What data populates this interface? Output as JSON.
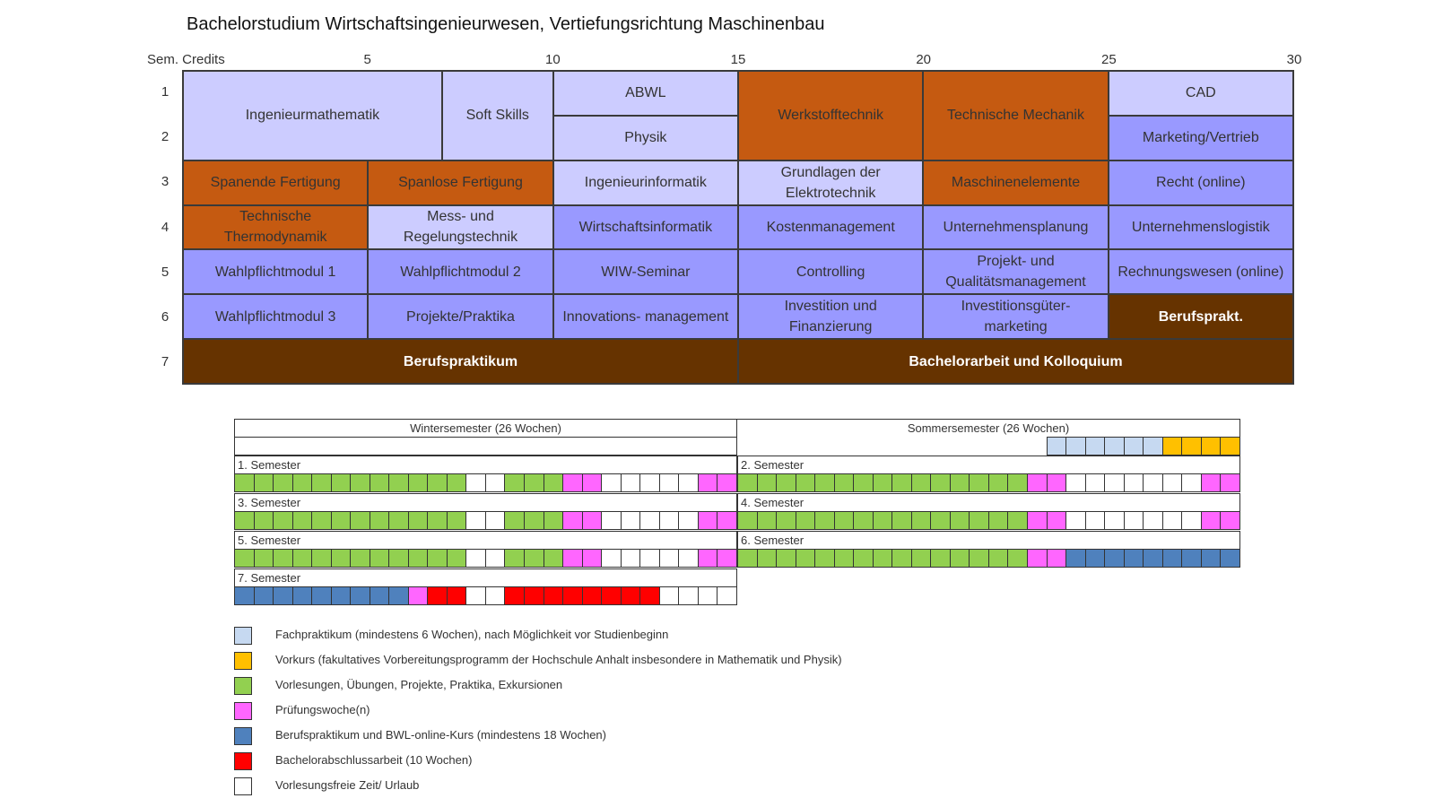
{
  "title": "Bachelorstudium Wirtschaftsingenieurwesen, Vertiefungsrichtung Maschinenbau",
  "grid": {
    "sem_header": "Sem. Credits",
    "credit_ticks": [
      "5",
      "10",
      "15",
      "20",
      "25",
      "30"
    ],
    "row_labels": [
      "1",
      "2",
      "3",
      "4",
      "5",
      "6",
      "7"
    ]
  },
  "colors": {
    "lav": "#ccccff",
    "per": "#9999ff",
    "ora": "#c55a11",
    "brn": "#663300",
    "light_blue": "#c6d9f1",
    "orange": "#ffc000",
    "green": "#92d050",
    "pink": "#ff66ff",
    "blue": "#4f81bd",
    "red": "#ff0000",
    "white": "#ffffff"
  },
  "modules": [
    {
      "name": "Ingenieurmathematik",
      "tone": "lav",
      "c": 1,
      "cs": 7,
      "r": 1,
      "rs": 4
    },
    {
      "name": "Soft Skills",
      "tone": "lav",
      "c": 8,
      "cs": 3,
      "r": 1,
      "rs": 4
    },
    {
      "name": "ABWL",
      "tone": "lav",
      "c": 11,
      "cs": 5,
      "r": 1,
      "rs": 2
    },
    {
      "name": "Physik",
      "tone": "lav",
      "c": 11,
      "cs": 5,
      "r": 3,
      "rs": 2
    },
    {
      "name": "Werkstofftechnik",
      "tone": "ora",
      "c": 16,
      "cs": 5,
      "r": 1,
      "rs": 4
    },
    {
      "name": "Technische Mechanik",
      "tone": "ora",
      "c": 21,
      "cs": 5,
      "r": 1,
      "rs": 4
    },
    {
      "name": "CAD",
      "tone": "lav",
      "c": 26,
      "cs": 5,
      "r": 1,
      "rs": 2
    },
    {
      "name": "Marketing/Vertrieb",
      "tone": "per",
      "c": 26,
      "cs": 5,
      "r": 3,
      "rs": 2
    },
    {
      "name": "Spanende Fertigung",
      "tone": "ora",
      "c": 1,
      "cs": 5,
      "r": 5,
      "rs": 2
    },
    {
      "name": "Spanlose Fertigung",
      "tone": "ora",
      "c": 6,
      "cs": 5,
      "r": 5,
      "rs": 2
    },
    {
      "name": "Ingenieurinformatik",
      "tone": "lav",
      "c": 11,
      "cs": 5,
      "r": 5,
      "rs": 2
    },
    {
      "name": "Grundlagen der Elektrotechnik",
      "tone": "lav",
      "c": 16,
      "cs": 5,
      "r": 5,
      "rs": 2
    },
    {
      "name": "Maschinenelemente",
      "tone": "ora",
      "c": 21,
      "cs": 5,
      "r": 5,
      "rs": 2
    },
    {
      "name": "Recht (online)",
      "tone": "per",
      "c": 26,
      "cs": 5,
      "r": 5,
      "rs": 2
    },
    {
      "name": "Technische Thermodynamik",
      "tone": "ora",
      "c": 1,
      "cs": 5,
      "r": 7,
      "rs": 2
    },
    {
      "name": "Mess- und Regelungstechnik",
      "tone": "lav",
      "c": 6,
      "cs": 5,
      "r": 7,
      "rs": 2
    },
    {
      "name": "Wirtschaftsinformatik",
      "tone": "per",
      "c": 11,
      "cs": 5,
      "r": 7,
      "rs": 2
    },
    {
      "name": "Kostenmanagement",
      "tone": "per",
      "c": 16,
      "cs": 5,
      "r": 7,
      "rs": 2
    },
    {
      "name": "Unternehmensplanung",
      "tone": "per",
      "c": 21,
      "cs": 5,
      "r": 7,
      "rs": 2
    },
    {
      "name": "Unternehmenslogistik",
      "tone": "per",
      "c": 26,
      "cs": 5,
      "r": 7,
      "rs": 2
    },
    {
      "name": "Wahlpflichtmodul 1",
      "tone": "per",
      "c": 1,
      "cs": 5,
      "r": 9,
      "rs": 2
    },
    {
      "name": "Wahlpflichtmodul 2",
      "tone": "per",
      "c": 6,
      "cs": 5,
      "r": 9,
      "rs": 2
    },
    {
      "name": "WIW-Seminar",
      "tone": "per",
      "c": 11,
      "cs": 5,
      "r": 9,
      "rs": 2
    },
    {
      "name": "Controlling",
      "tone": "per",
      "c": 16,
      "cs": 5,
      "r": 9,
      "rs": 2
    },
    {
      "name": "Projekt- und Qualitätsmanagement",
      "tone": "per",
      "c": 21,
      "cs": 5,
      "r": 9,
      "rs": 2
    },
    {
      "name": "Rechnungswesen (online)",
      "tone": "per",
      "c": 26,
      "cs": 5,
      "r": 9,
      "rs": 2
    },
    {
      "name": "Wahlpflichtmodul 3",
      "tone": "per",
      "c": 1,
      "cs": 5,
      "r": 11,
      "rs": 2
    },
    {
      "name": "Projekte/Praktika",
      "tone": "per",
      "c": 6,
      "cs": 5,
      "r": 11,
      "rs": 2
    },
    {
      "name": "Innovations- management",
      "tone": "per",
      "c": 11,
      "cs": 5,
      "r": 11,
      "rs": 2
    },
    {
      "name": "Investition und Finanzierung",
      "tone": "per",
      "c": 16,
      "cs": 5,
      "r": 11,
      "rs": 2
    },
    {
      "name": "Investitionsgüter- marketing",
      "tone": "per",
      "c": 21,
      "cs": 5,
      "r": 11,
      "rs": 2
    },
    {
      "name": "Berufsprakt.",
      "tone": "brn",
      "bold": true,
      "c": 26,
      "cs": 5,
      "r": 11,
      "rs": 2
    },
    {
      "name": "Berufspraktikum",
      "tone": "brn",
      "bold": true,
      "c": 1,
      "cs": 15,
      "r": 13,
      "rs": 2
    },
    {
      "name": "Bachelorarbeit und Kolloquium",
      "tone": "brn",
      "bold": true,
      "c": 16,
      "cs": 15,
      "r": 13,
      "rs": 2
    }
  ],
  "schedule": {
    "winter_header": "Wintersemester (26 Wochen)",
    "summer_header": "Sommersemester (26 Wochen)",
    "pre_summer": "WWWWWWWWWWWWWWWWLLLLLLOOOO",
    "semesters": [
      {
        "label": "1. Semester",
        "weeks": "GGGGGGGGGGGGWWGGGPPWWWWWPP"
      },
      {
        "label": "2. Semester",
        "weeks": "GGGGGGGGGGGGGGGPPWWWWWWWPP"
      },
      {
        "label": "3. Semester",
        "weeks": "GGGGGGGGGGGGWWGGGPPWWWWWPP"
      },
      {
        "label": "4. Semester",
        "weeks": "GGGGGGGGGGGGGGGPPWWWWWWWPP"
      },
      {
        "label": "5. Semester",
        "weeks": "GGGGGGGGGGGGWWGGGPPWWWWWPP"
      },
      {
        "label": "6. Semester",
        "weeks": "GGGGGGGGGGGGGGGPPBBBBBBBBB"
      },
      {
        "label": "7. Semester",
        "weeks": "BBBBBBBBBPRRWWRRRRRRRRWWWW"
      }
    ]
  },
  "legend": [
    {
      "key": "L",
      "text": "Fachpraktikum (mindestens 6 Wochen), nach Möglichkeit vor Studienbeginn"
    },
    {
      "key": "O",
      "text": "Vorkurs (fakultatives Vorbereitungsprogramm der Hochschule Anhalt insbesondere in Mathematik und Physik)"
    },
    {
      "key": "G",
      "text": "Vorlesungen, Übungen, Projekte, Praktika, Exkursionen"
    },
    {
      "key": "P",
      "text": "Prüfungswoche(n)"
    },
    {
      "key": "B",
      "text": "Berufspraktikum und BWL-online-Kurs (mindestens 18 Wochen)"
    },
    {
      "key": "R",
      "text": "Bachelorabschlussarbeit (10 Wochen)"
    },
    {
      "key": "W",
      "text": "Vorlesungsfreie Zeit/ Urlaub"
    }
  ]
}
